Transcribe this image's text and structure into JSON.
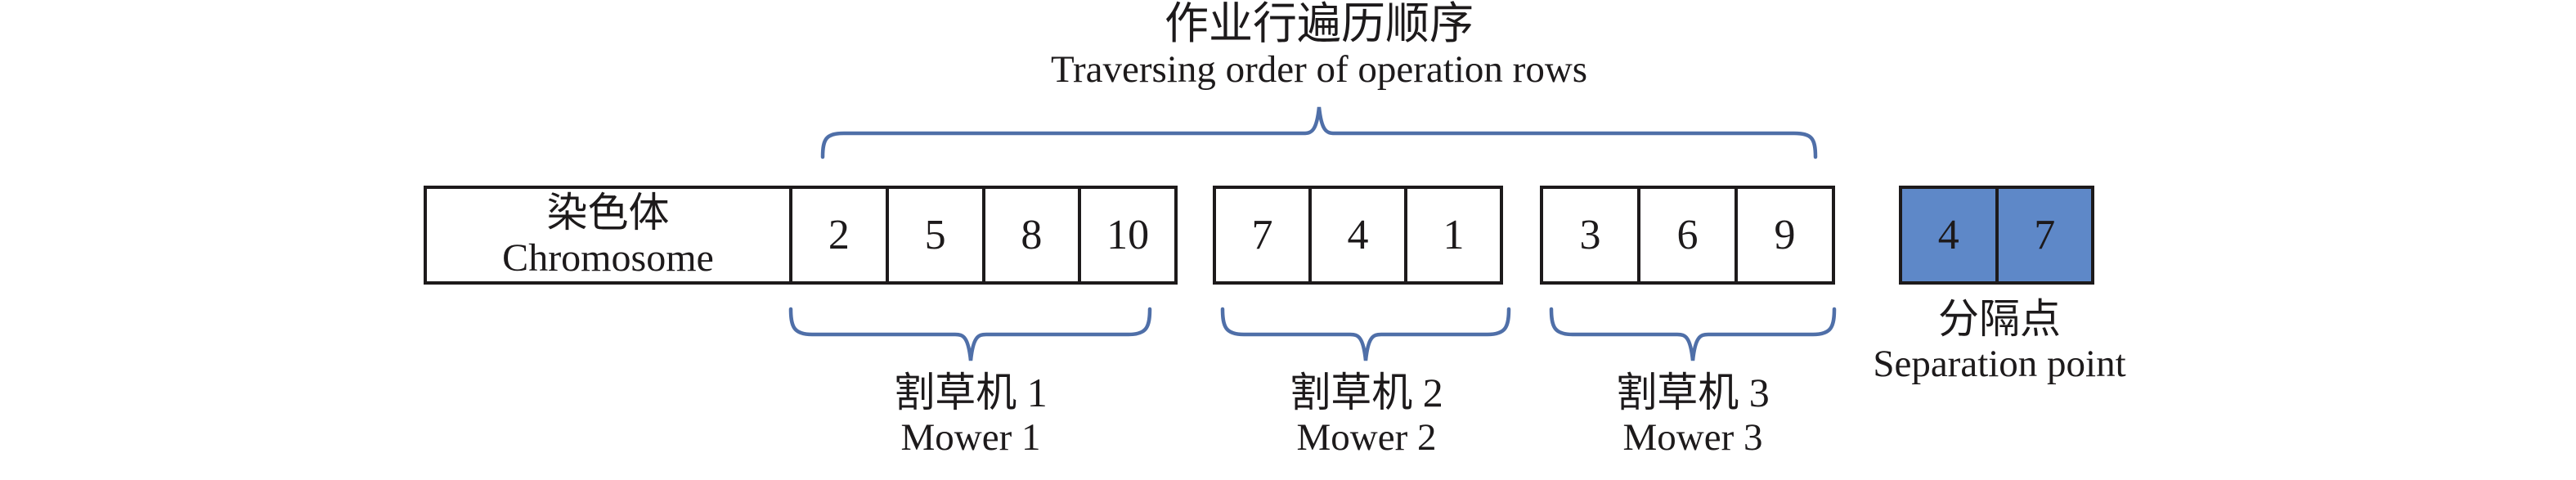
{
  "title": {
    "zh": "作业行遍历顺序",
    "en": "Traversing order of operation rows"
  },
  "chromosome": {
    "zh": "染色体",
    "en": "Chromosome"
  },
  "mower_groups": [
    {
      "cells": [
        "2",
        "5",
        "8",
        "10"
      ],
      "label_zh": "割草机 1",
      "label_en": "Mower 1"
    },
    {
      "cells": [
        "7",
        "4",
        "1"
      ],
      "label_zh": "割草机 2",
      "label_en": "Mower 2"
    },
    {
      "cells": [
        "3",
        "6",
        "9"
      ],
      "label_zh": "割草机 3",
      "label_en": "Mower 3"
    }
  ],
  "separation": {
    "cells": [
      "4",
      "7"
    ],
    "label_zh": "分隔点",
    "label_en": "Separation point"
  },
  "colors": {
    "cell_fill_blue": "#5e88c8",
    "brace_blue": "#4f6fa8",
    "border_black": "#1d1a1b"
  }
}
